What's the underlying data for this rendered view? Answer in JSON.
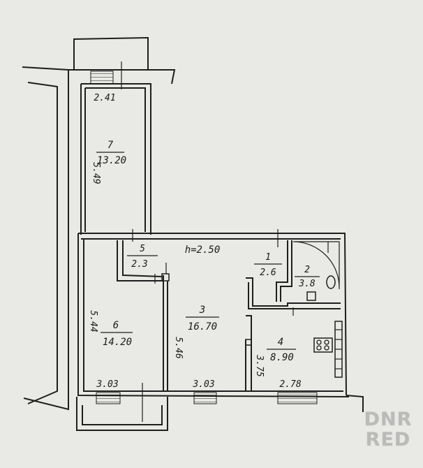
{
  "plan": {
    "ceiling_height": "h=2.50",
    "rooms": [
      {
        "number": "1",
        "area": "2.6"
      },
      {
        "number": "2",
        "area": "3.8"
      },
      {
        "number": "3",
        "area": "16.70"
      },
      {
        "number": "4",
        "area": "8.90"
      },
      {
        "number": "5",
        "area": "2.3"
      },
      {
        "number": "6",
        "area": "14.20"
      },
      {
        "number": "7",
        "area": "13.20"
      }
    ],
    "dimensions": {
      "room7_width": "2.41",
      "room7_length": "5.49",
      "room6_length": "5.44",
      "room3_length": "5.46",
      "room4_length": "3.75",
      "room6_width": "3.03",
      "room3_width": "3.03",
      "room4_width": "2.78"
    }
  },
  "watermark": {
    "line1": "DNR",
    "line2": "RED"
  }
}
